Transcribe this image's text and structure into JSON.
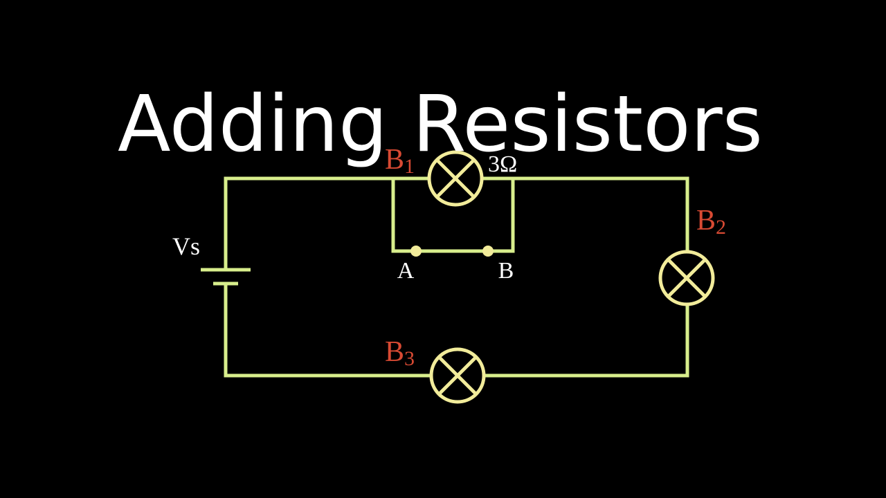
{
  "title": "Adding Resistors",
  "labels": {
    "source": "Vs",
    "bulb1": {
      "letter": "B",
      "sub": "1"
    },
    "bulb2": {
      "letter": "B",
      "sub": "2"
    },
    "bulb3": {
      "letter": "B",
      "sub": "3"
    },
    "resistance_b1": "3Ω",
    "node_a": "A",
    "node_b": "B"
  },
  "colors": {
    "background": "#000000",
    "title": "#ffffff",
    "wire": "#d8ee8c",
    "bulb": "#f2ec9a",
    "node": "#f2ec9a",
    "bulb_label": "#d84a33",
    "text_label": "#ffffff",
    "battery": "#d8ee8c"
  },
  "icons": {
    "bulb": "lamp-cross-icon",
    "battery": "battery-icon",
    "node": "junction-dot-icon"
  }
}
